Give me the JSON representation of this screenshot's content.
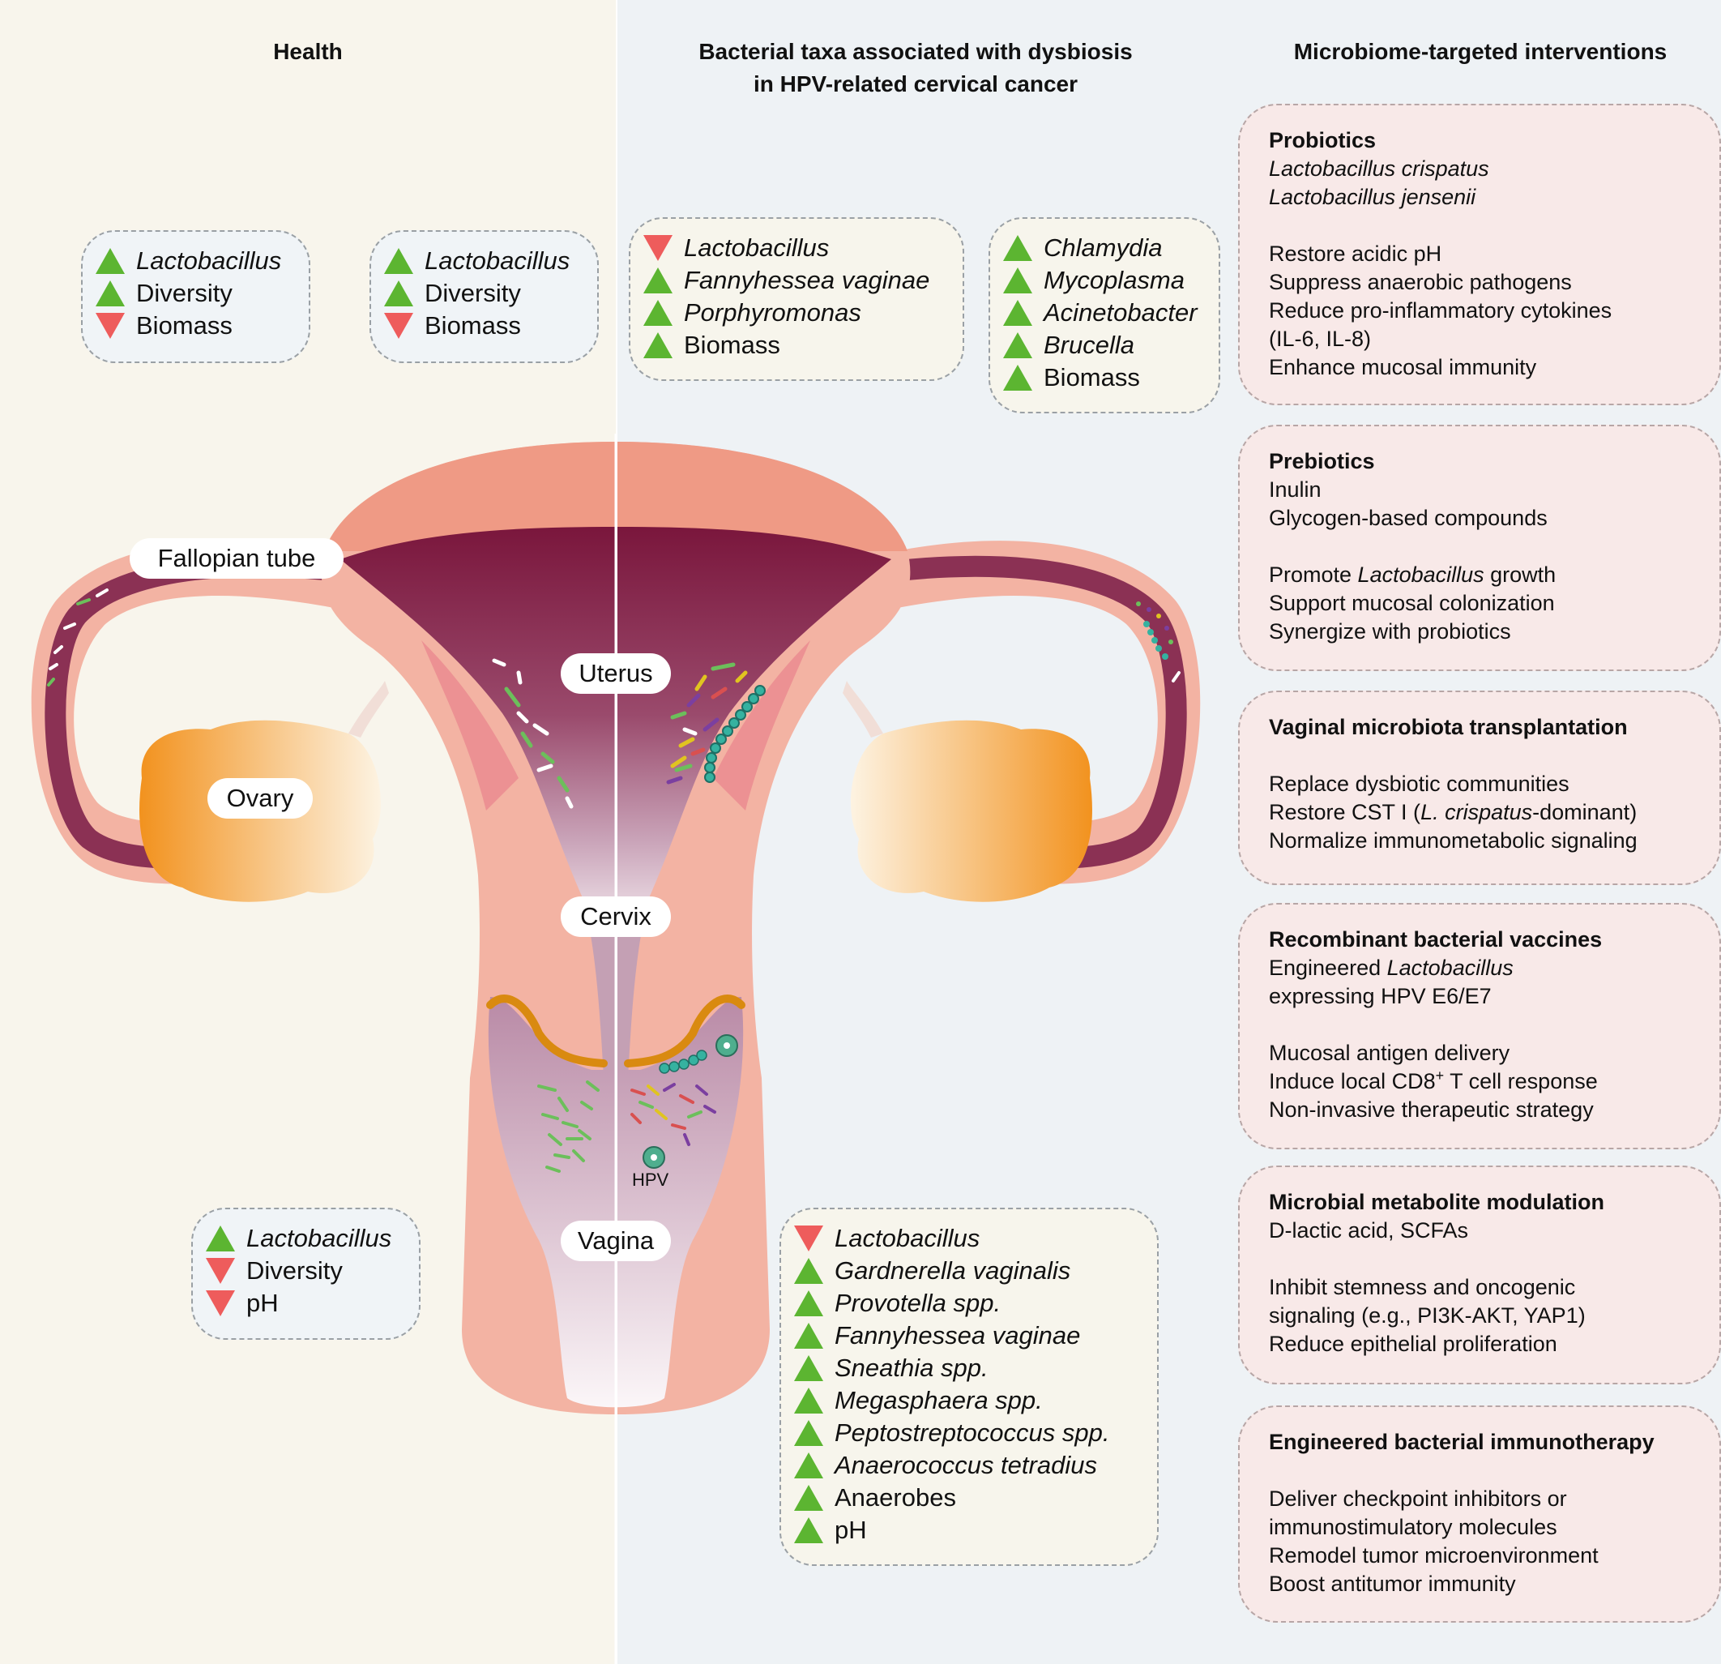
{
  "headers": {
    "health": "Health",
    "dysbiosis_line1": "Bacterial taxa associated with dysbiosis",
    "dysbiosis_line2": "in HPV-related cervical cancer",
    "interventions": "Microbiome-targeted interventions"
  },
  "health": {
    "left_tube": [
      {
        "dir": "up",
        "text": "Lactobacillus",
        "italic": true
      },
      {
        "dir": "up",
        "text": "Diversity",
        "italic": false
      },
      {
        "dir": "down",
        "text": "Biomass",
        "italic": false
      }
    ],
    "uterus": [
      {
        "dir": "up",
        "text": "Lactobacillus",
        "italic": true
      },
      {
        "dir": "up",
        "text": "Diversity",
        "italic": false
      },
      {
        "dir": "down",
        "text": "Biomass",
        "italic": false
      }
    ],
    "vagina": [
      {
        "dir": "up",
        "text": "Lactobacillus",
        "italic": true
      },
      {
        "dir": "down",
        "text": "Diversity",
        "italic": false
      },
      {
        "dir": "down",
        "text": "pH",
        "italic": false
      }
    ]
  },
  "dysbiosis": {
    "uterus": [
      {
        "dir": "down",
        "text": "Lactobacillus",
        "italic": true
      },
      {
        "dir": "up",
        "text": "Fannyhessea vaginae",
        "italic": true
      },
      {
        "dir": "up",
        "text": "Porphyromonas",
        "italic": true
      },
      {
        "dir": "up",
        "text": "Biomass",
        "italic": false
      }
    ],
    "tube": [
      {
        "dir": "up",
        "text": "Chlamydia",
        "italic": true
      },
      {
        "dir": "up",
        "text": "Mycoplasma",
        "italic": true
      },
      {
        "dir": "up",
        "text": "Acinetobacter",
        "italic": true
      },
      {
        "dir": "up",
        "text": "Brucella",
        "italic": true
      },
      {
        "dir": "up",
        "text": "Biomass",
        "italic": false
      }
    ],
    "vagina": [
      {
        "dir": "down",
        "text": "Lactobacillus",
        "italic": true
      },
      {
        "dir": "up",
        "text": "Gardnerella vaginalis",
        "italic": true
      },
      {
        "dir": "up",
        "text": "Provotella spp.",
        "italic": true
      },
      {
        "dir": "up",
        "text": "Fannyhessea vaginae",
        "italic": true
      },
      {
        "dir": "up",
        "text": "Sneathia spp.",
        "italic": true
      },
      {
        "dir": "up",
        "text": "Megasphaera spp.",
        "italic": true
      },
      {
        "dir": "up",
        "text": "Peptostreptococcus spp.",
        "italic": true
      },
      {
        "dir": "up",
        "text": "Anaerococcus tetradius",
        "italic": true
      },
      {
        "dir": "up",
        "text": "Anaerobes",
        "italic": false
      },
      {
        "dir": "up",
        "text": "pH",
        "italic": false
      }
    ]
  },
  "anatomy": {
    "fallopian_tube": "Fallopian tube",
    "uterus": "Uterus",
    "ovary": "Ovary",
    "cervix": "Cervix",
    "vagina": "Vagina",
    "hpv": "HPV"
  },
  "interventions": [
    {
      "title": "Probiotics",
      "lines": [
        {
          "segs": [
            {
              "t": "Lactobacillus crispatus",
              "i": true
            }
          ]
        },
        {
          "segs": [
            {
              "t": "Lactobacillus jensenii",
              "i": true
            }
          ]
        },
        {
          "gap": true
        },
        {
          "segs": [
            {
              "t": "Restore acidic pH"
            }
          ]
        },
        {
          "segs": [
            {
              "t": "Suppress anaerobic pathogens"
            }
          ]
        },
        {
          "segs": [
            {
              "t": "Reduce pro-inflammatory cytokines"
            }
          ]
        },
        {
          "segs": [
            {
              "t": "(IL-6, IL-8)"
            }
          ]
        },
        {
          "segs": [
            {
              "t": "Enhance mucosal immunity"
            }
          ]
        }
      ]
    },
    {
      "title": "Prebiotics",
      "lines": [
        {
          "segs": [
            {
              "t": "Inulin"
            }
          ]
        },
        {
          "segs": [
            {
              "t": "Glycogen-based compounds"
            }
          ]
        },
        {
          "gap": true
        },
        {
          "segs": [
            {
              "t": "Promote "
            },
            {
              "t": "Lactobacillus",
              "i": true
            },
            {
              "t": " growth"
            }
          ]
        },
        {
          "segs": [
            {
              "t": "Support mucosal colonization"
            }
          ]
        },
        {
          "segs": [
            {
              "t": "Synergize with probiotics"
            }
          ]
        }
      ]
    },
    {
      "title": "Vaginal microbiota transplantation",
      "lines": [
        {
          "gap": true
        },
        {
          "segs": [
            {
              "t": "Replace dysbiotic communities"
            }
          ]
        },
        {
          "segs": [
            {
              "t": "Restore CST I ("
            },
            {
              "t": "L. crispatus",
              "i": true
            },
            {
              "t": "-dominant)"
            }
          ]
        },
        {
          "segs": [
            {
              "t": "Normalize immunometabolic signaling"
            }
          ]
        }
      ]
    },
    {
      "title": "Recombinant bacterial vaccines",
      "lines": [
        {
          "segs": [
            {
              "t": "Engineered "
            },
            {
              "t": "Lactobacillus",
              "i": true
            }
          ]
        },
        {
          "segs": [
            {
              "t": "expressing HPV E6/E7"
            }
          ]
        },
        {
          "gap": true
        },
        {
          "segs": [
            {
              "t": "Mucosal antigen delivery"
            }
          ]
        },
        {
          "segs": [
            {
              "t": "Induce local CD8"
            },
            {
              "t": "+",
              "sup": true
            },
            {
              "t": " T cell response"
            }
          ]
        },
        {
          "segs": [
            {
              "t": "Non-invasive therapeutic strategy"
            }
          ]
        }
      ]
    },
    {
      "title": "Microbial metabolite modulation",
      "lines": [
        {
          "segs": [
            {
              "t": "D-lactic acid, SCFAs"
            }
          ]
        },
        {
          "gap": true
        },
        {
          "segs": [
            {
              "t": "Inhibit stemness and oncogenic"
            }
          ]
        },
        {
          "segs": [
            {
              "t": "signaling (e.g., PI3K-AKT, YAP1)"
            }
          ]
        },
        {
          "segs": [
            {
              "t": "Reduce epithelial proliferation"
            }
          ]
        }
      ]
    },
    {
      "title": "Engineered bacterial  immunotherapy",
      "lines": [
        {
          "gap": true
        },
        {
          "segs": [
            {
              "t": "Deliver checkpoint inhibitors or"
            }
          ]
        },
        {
          "segs": [
            {
              "t": "immunostimulatory molecules"
            }
          ]
        },
        {
          "segs": [
            {
              "t": "Remodel tumor microenvironment"
            }
          ]
        },
        {
          "segs": [
            {
              "t": "Boost antitumor immunity"
            }
          ]
        }
      ]
    }
  ],
  "colors": {
    "up_arrow": "#5cb531",
    "down_arrow": "#ee5c5c",
    "uterus_dark": "#7a1a3c",
    "tissue": "#f3b3a3",
    "ovary": "#f39a2a"
  }
}
